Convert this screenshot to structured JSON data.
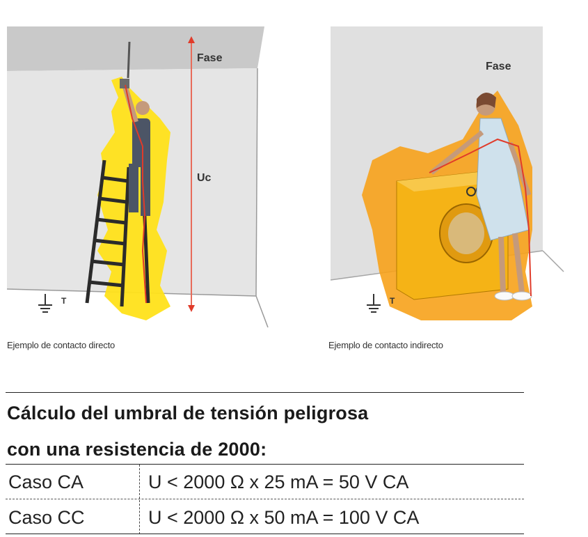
{
  "figures": {
    "left": {
      "phase_label": "Fase",
      "voltage_label": "Uc",
      "ground_label": "T",
      "caption": "Ejemplo de contacto directo"
    },
    "right": {
      "phase_label": "Fase",
      "ground_label": "T",
      "caption": "Ejemplo de contacto indirecto"
    }
  },
  "section": {
    "title_line1": "Cálculo del umbral de tensión peligrosa",
    "title_line2": "con una resistencia de 2000:"
  },
  "table": {
    "rows": [
      {
        "case": "Caso CA",
        "formula": "U < 2000 Ω x 25 mA = 50 V CA"
      },
      {
        "case": "Caso CC",
        "formula": "U < 2000 Ω x 50 mA = 100 V CA"
      }
    ]
  },
  "colors": {
    "wall": "#e4e4e4",
    "ceiling": "#c9c9c9",
    "spark": "#ffe21a",
    "spark_orange": "#f7a21b",
    "current_line": "#e03b2a",
    "arrow": "#e86b5a"
  }
}
